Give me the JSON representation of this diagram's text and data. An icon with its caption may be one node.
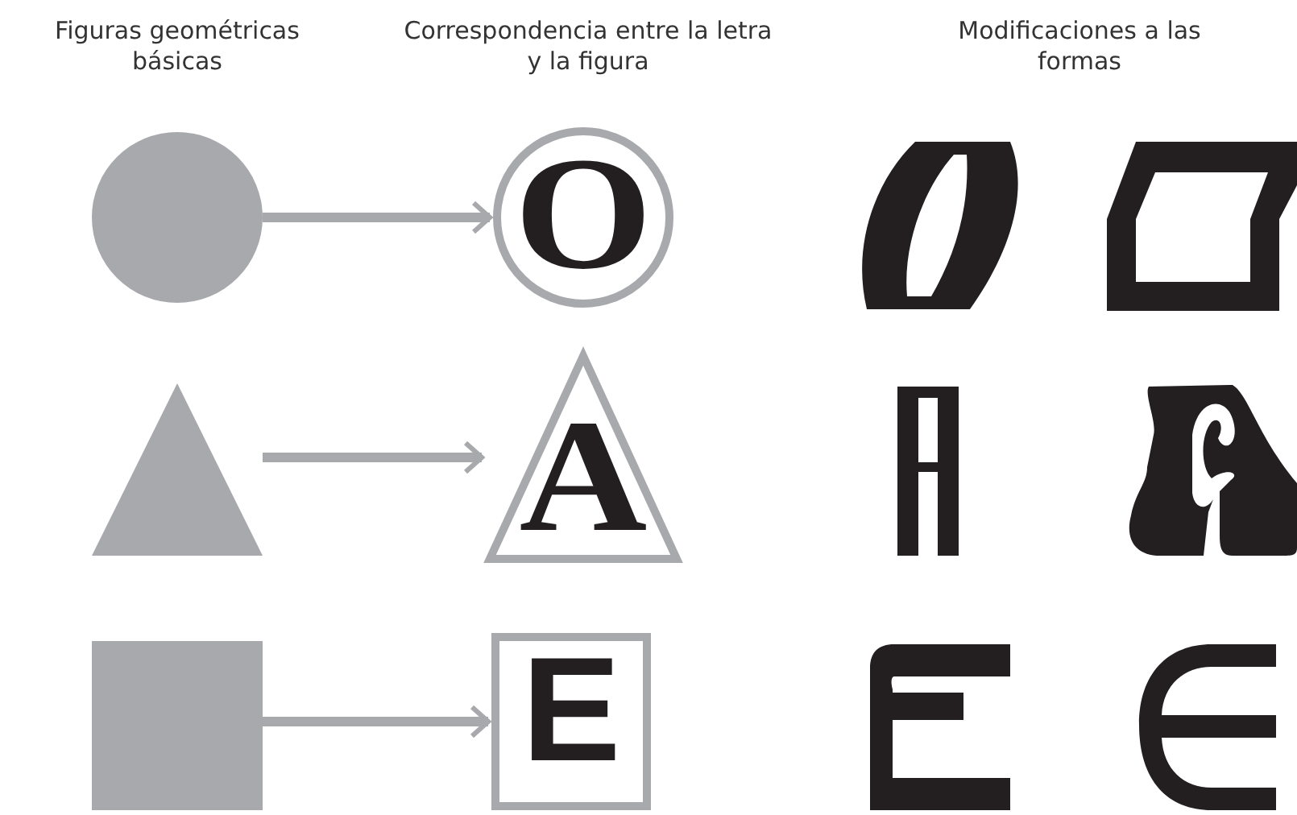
{
  "diagram": {
    "nodes": [
      {
        "text": [],
        "shape": "circle"
      },
      {
        "text": [
          "O"
        ]
      },
      {
        "text": [],
        "shape": "triangle"
      },
      {
        "text": [
          "A"
        ]
      },
      {
        "text": [],
        "shape": "box"
      },
      {
        "text": [
          "E"
        ]
      }
    ],
    "edges": [
      {
        "from": 0,
        "to": 1,
        "arrow": "to"
      },
      {
        "from": 2,
        "to": 3,
        "arrow": "to"
      },
      {
        "from": 4,
        "to": 5,
        "arrow": "to"
      }
    ],
    "labels": [
      "Figuras geométricas básicas",
      "Correspondencia entre la letra y la figura",
      "Modificaciones a las formas"
    ]
  }
}
